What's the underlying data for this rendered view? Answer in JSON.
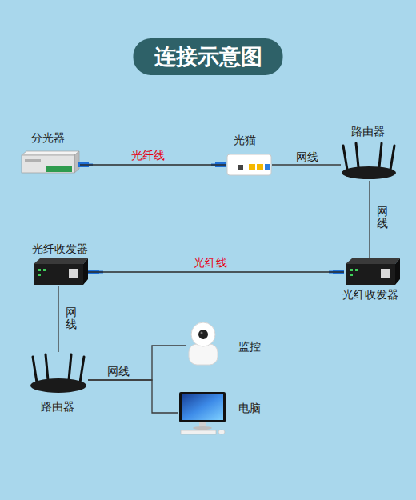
{
  "diagram": {
    "title": "连接示意图",
    "nodes": [
      {
        "text": [
          "分光器"
        ]
      },
      {
        "text": [
          "光猫"
        ]
      },
      {
        "text": [
          "路由器"
        ]
      },
      {
        "text": [
          "光纤收发器"
        ]
      },
      {
        "text": [
          "光纤收发器"
        ]
      },
      {
        "text": [
          "路由器"
        ]
      },
      {
        "text": [
          "监控"
        ]
      },
      {
        "text": [
          "电脑"
        ]
      }
    ],
    "edges": [
      {
        "from": 0,
        "to": 1,
        "arrow": "none",
        "label": "光纤线"
      },
      {
        "from": 1,
        "to": 2,
        "arrow": "none",
        "label": "网线"
      },
      {
        "from": 2,
        "to": 3,
        "arrow": "none",
        "label": "网线"
      },
      {
        "from": 3,
        "to": 4,
        "arrow": "none",
        "label": "光纤线"
      },
      {
        "from": 4,
        "to": 5,
        "arrow": "none",
        "label": "网线"
      },
      {
        "from": 5,
        "to": 6,
        "arrow": "none",
        "label": "网线"
      },
      {
        "from": 5,
        "to": 7,
        "arrow": "none"
      }
    ]
  }
}
